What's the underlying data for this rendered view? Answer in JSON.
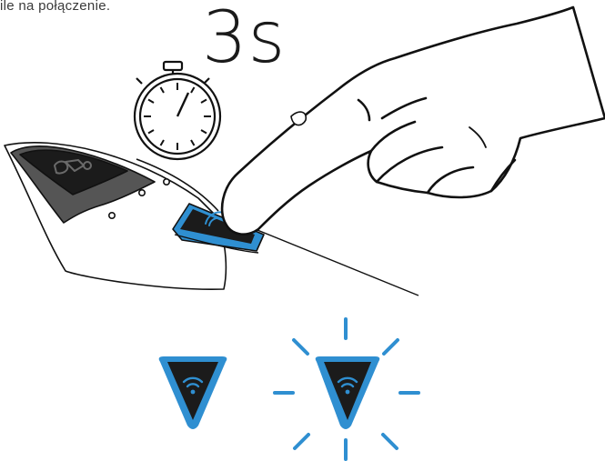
{
  "caption": "ile na połączenie.",
  "duration_label": "3s",
  "colors": {
    "accent_blue": "#2f8fd1",
    "dark": "#1b1b1b",
    "line": "#111111"
  },
  "icons": {
    "timer": "stopwatch-icon",
    "press": "finger-press-illustration",
    "button_idle": "wifi-triangle-button-icon",
    "button_blinking": "wifi-triangle-button-blinking-icon"
  }
}
